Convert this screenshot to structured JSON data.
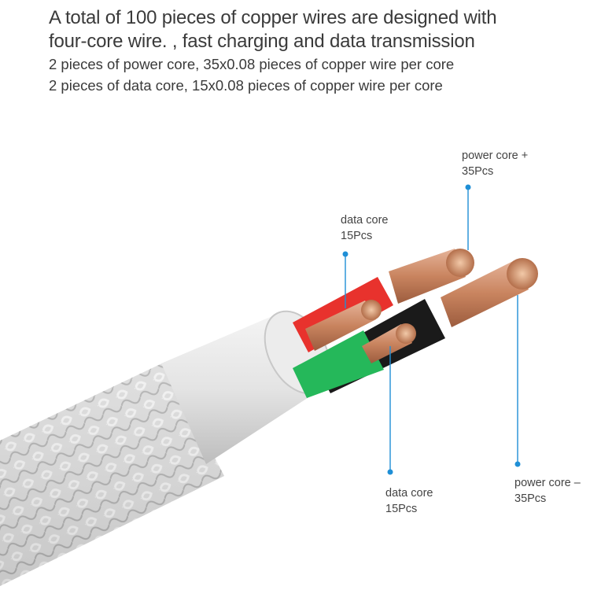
{
  "header": {
    "line1": "A total of 100 pieces of copper wires are designed with",
    "line2": "four-core wire. , fast charging and data transmission",
    "line3": "2 pieces of power core, 35x0.08 pieces of copper wire per core",
    "line4": "2 pieces of data core, 15x0.08 pieces of copper wire per core"
  },
  "callouts": {
    "power_plus": {
      "name": "power core +",
      "count": "35Pcs"
    },
    "data_top": {
      "name": "data core",
      "count": "15Pcs"
    },
    "data_bottom": {
      "name": "data core",
      "count": "15Pcs"
    },
    "power_minus": {
      "name": "power core –",
      "count": "35Pcs"
    }
  },
  "colors": {
    "pointer": "#1f8fd6",
    "braid": "#d9d9d9",
    "red_core": "#e8322d",
    "green_core": "#25b85a",
    "black_core": "#1a1a1a",
    "copper": "#c98a63"
  }
}
